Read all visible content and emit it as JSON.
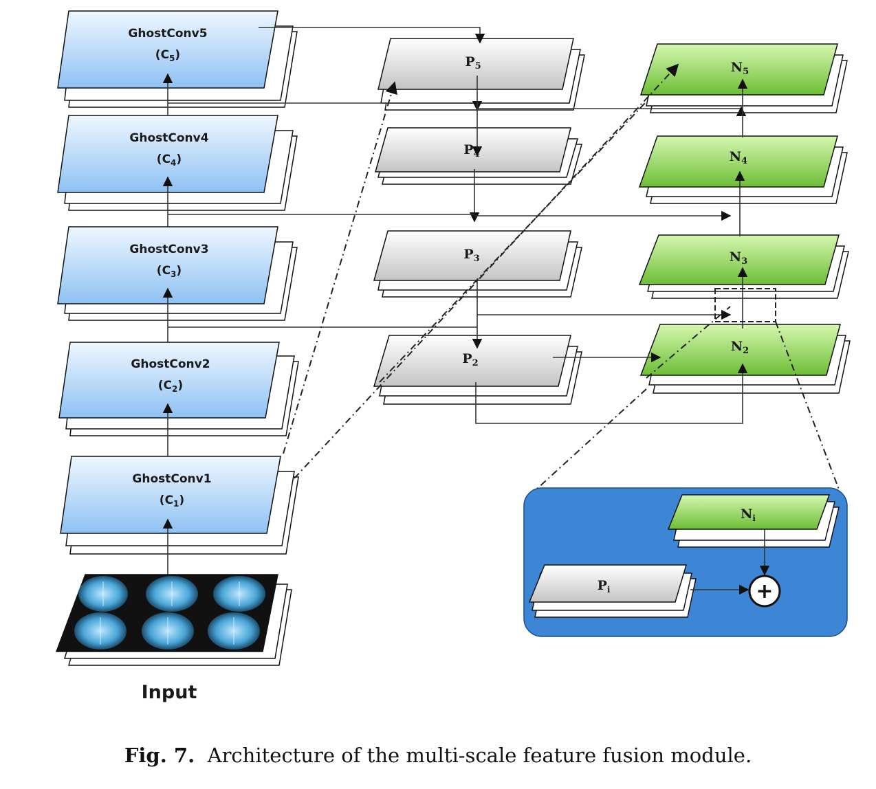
{
  "backbone": [
    {
      "name": "GhostConv5",
      "sub": "(C",
      "idx": "5"
    },
    {
      "name": "GhostConv4",
      "sub": "(C",
      "idx": "4"
    },
    {
      "name": "GhostConv3",
      "sub": "(C",
      "idx": "3"
    },
    {
      "name": "GhostConv2",
      "sub": "(C",
      "idx": "2"
    },
    {
      "name": "GhostConv1",
      "sub": "(C",
      "idx": "1"
    }
  ],
  "backbone_close": ")",
  "p_layers": [
    {
      "letter": "P",
      "idx": "5"
    },
    {
      "letter": "P",
      "idx": "4"
    },
    {
      "letter": "P",
      "idx": "3"
    },
    {
      "letter": "P",
      "idx": "2"
    }
  ],
  "n_layers": [
    {
      "letter": "N",
      "idx": "5"
    },
    {
      "letter": "N",
      "idx": "4"
    },
    {
      "letter": "N",
      "idx": "3"
    },
    {
      "letter": "N",
      "idx": "2"
    }
  ],
  "detail": {
    "n_letter": "N",
    "n_idx": "i",
    "p_letter": "P",
    "p_idx": "i",
    "op": "+"
  },
  "input_label": "Input",
  "caption": {
    "prefix": "Fig. 7.",
    "text": "Architecture of the multi-scale feature fusion module."
  },
  "colors": {
    "backbone_top": "#e6f2ff",
    "backbone_bottom": "#92c3f3",
    "p_top": "#ffffff",
    "p_bottom": "#c9c9c9",
    "n_top": "#ccf2a4",
    "n_bottom": "#72c23c",
    "detail_bg": "#3d86d6"
  }
}
